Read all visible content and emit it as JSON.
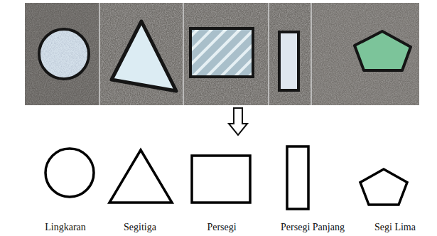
{
  "diagram": {
    "nodes": [
      {
        "text": [
          "Lingkaran"
        ]
      },
      {
        "text": [
          "Segitiga"
        ]
      },
      {
        "text": [
          "Persegi"
        ]
      },
      {
        "text": [
          "Persegi Panjang"
        ]
      },
      {
        "text": [
          "Segi Lima"
        ]
      }
    ]
  }
}
